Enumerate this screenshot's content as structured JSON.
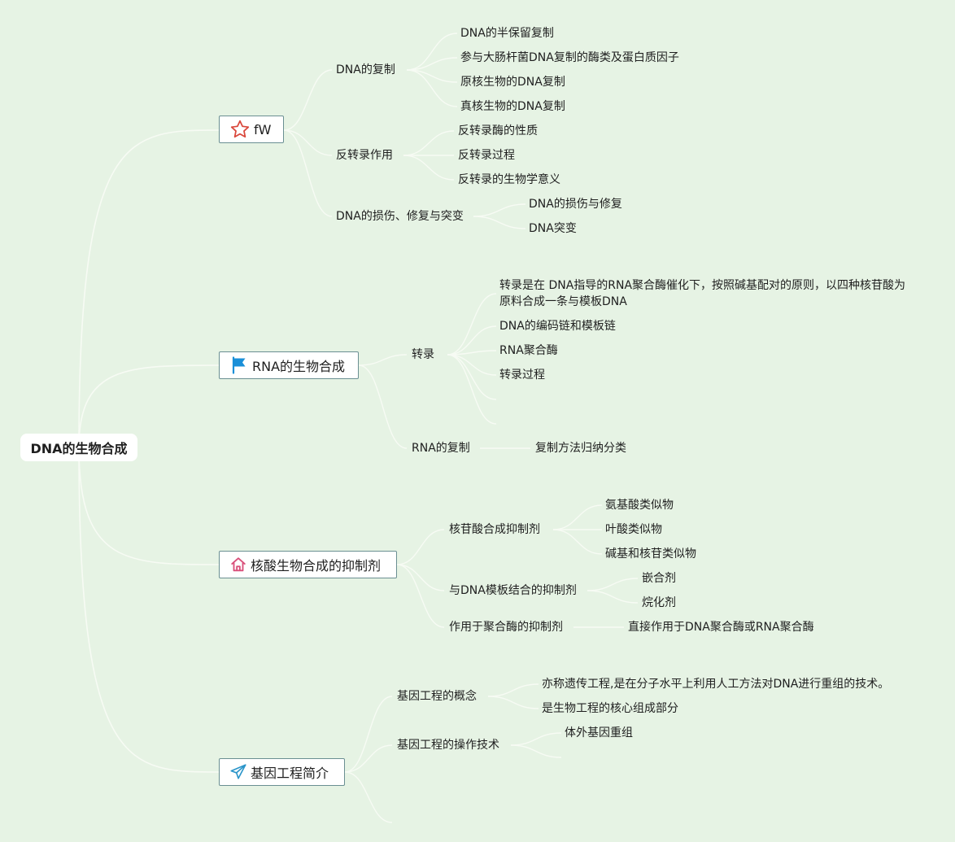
{
  "root": {
    "label": "DNA的生物合成"
  },
  "branches": [
    {
      "label": "fW",
      "icon": "star-icon",
      "icon_color": "#d9473b",
      "children": [
        {
          "label": "DNA的复制",
          "children": [
            "DNA的半保留复制",
            "参与大肠杆菌DNA复制的酶类及蛋白质因子",
            "原核生物的DNA复制",
            "真核生物的DNA复制"
          ]
        },
        {
          "label": "反转录作用",
          "children": [
            "反转录酶的性质",
            "反转录过程",
            "反转录的生物学意义"
          ]
        },
        {
          "label": "DNA的损伤、修复与突变",
          "children": [
            "DNA的损伤与修复",
            "DNA突变"
          ]
        }
      ]
    },
    {
      "label": "RNA的生物合成",
      "icon": "flag-icon",
      "icon_color": "#1a8fd8",
      "children": [
        {
          "label": "转录",
          "children": [
            "转录是在 DNA指导的RNA聚合酶催化下，按照碱基配对的原则，以四种核苷酸为原料合成一条与模板DNA",
            "DNA的编码链和模板链",
            "RNA聚合酶",
            "转录过程",
            "",
            ""
          ]
        },
        {
          "label": "RNA的复制",
          "children": [
            "复制方法归纳分类"
          ]
        }
      ]
    },
    {
      "label": "核酸生物合成的抑制剂",
      "icon": "house-icon",
      "icon_color": "#d94f7a",
      "children": [
        {
          "label": "核苷酸合成抑制剂",
          "children": [
            "氨基酸类似物",
            "叶酸类似物",
            "碱基和核苷类似物"
          ]
        },
        {
          "label": "与DNA模板结合的抑制剂",
          "children": [
            "嵌合剂",
            "烷化剂"
          ]
        },
        {
          "label": "作用于聚合酶的抑制剂",
          "children": [
            "直接作用于DNA聚合酶或RNA聚合酶"
          ]
        }
      ]
    },
    {
      "label": "基因工程简介",
      "icon": "paper-plane-icon",
      "icon_color": "#2b95c9",
      "children": [
        {
          "label": "基因工程的概念",
          "children": [
            "亦称遗传工程,是在分子水平上利用人工方法对DNA进行重组的技术。",
            "是生物工程的核心组成部分"
          ]
        },
        {
          "label": "基因工程的操作技术",
          "children": [
            "体外基因重组",
            ""
          ]
        },
        {
          "label": "",
          "children": []
        }
      ]
    }
  ],
  "colors": {
    "background": "#e6f3e4",
    "line": "#f7fbf4",
    "node_border": "#6a8f92"
  }
}
